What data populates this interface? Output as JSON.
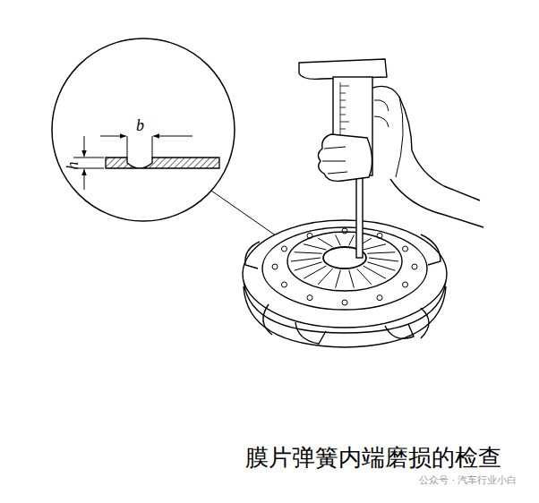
{
  "diagram": {
    "caption": "膜片弹簧内端磨损的检查",
    "labels": [
      "b",
      "h",
      "公众号 · 汽车行业小白"
    ]
  }
}
